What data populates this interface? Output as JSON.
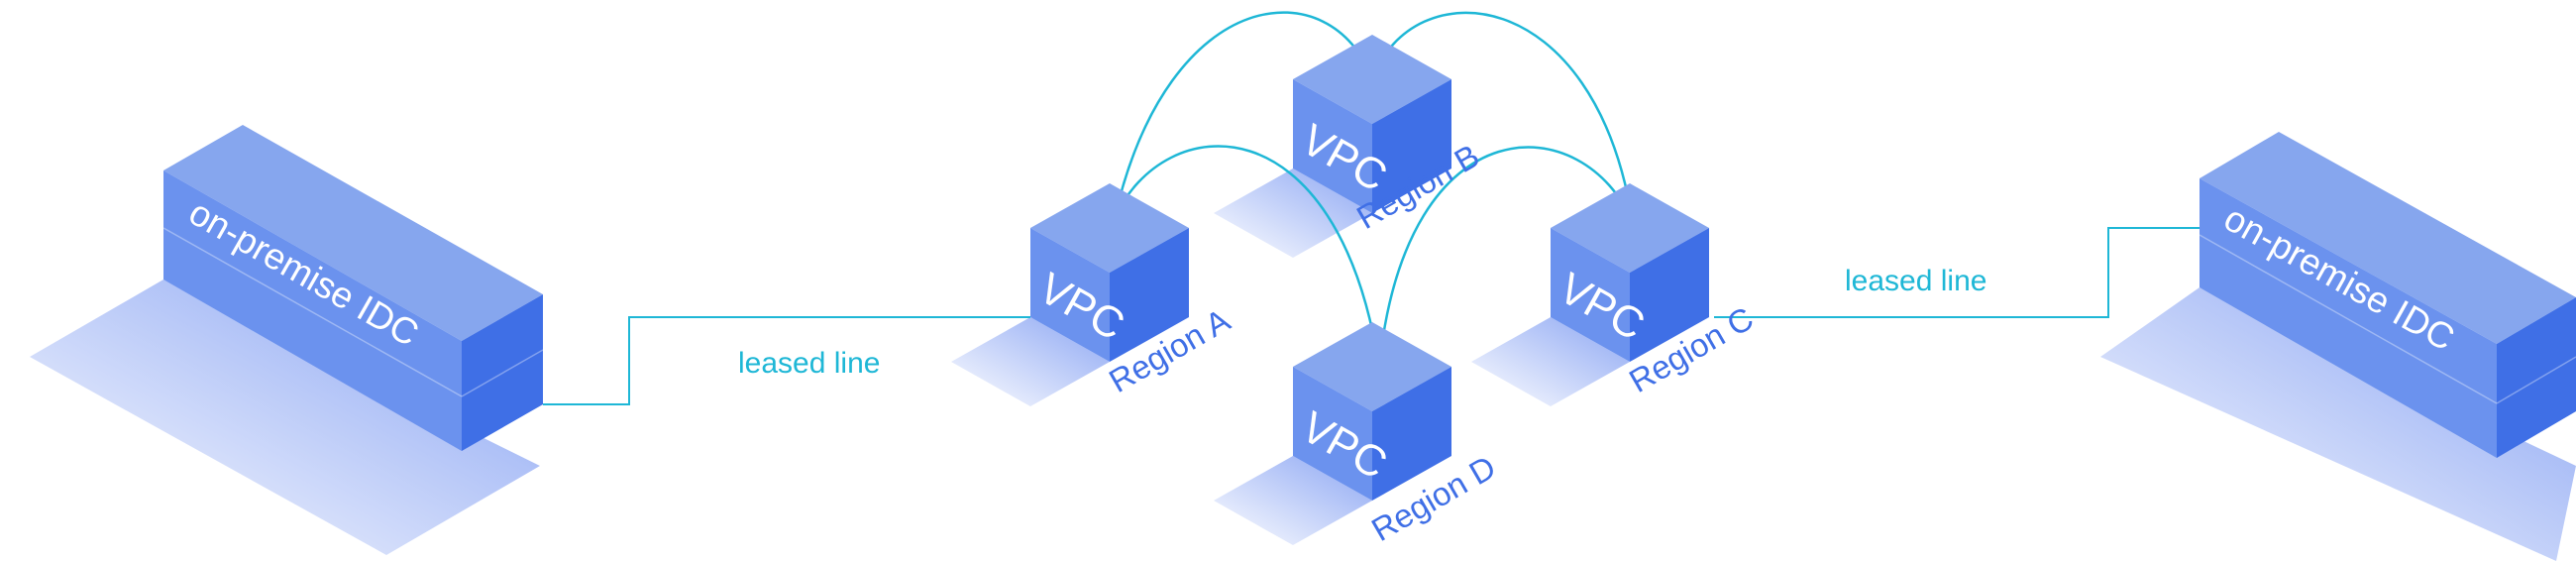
{
  "diagram": {
    "idc_left": {
      "label": "on-premise IDC"
    },
    "idc_right": {
      "label": "on-premise IDC"
    },
    "vpc_a": {
      "label": "VPC",
      "region": "Region A"
    },
    "vpc_b": {
      "label": "VPC",
      "region": "Region B"
    },
    "vpc_c": {
      "label": "VPC",
      "region": "Region C"
    },
    "vpc_d": {
      "label": "VPC",
      "region": "Region D"
    },
    "leased_line_left": "leased line",
    "leased_line_right": "leased line"
  },
  "colors": {
    "cube_top": "#86a6ee",
    "cube_left": "#6b92ee",
    "cube_right": "#3f6fe6",
    "connection": "#1eb7d6",
    "region_label": "#3f6fe6"
  }
}
